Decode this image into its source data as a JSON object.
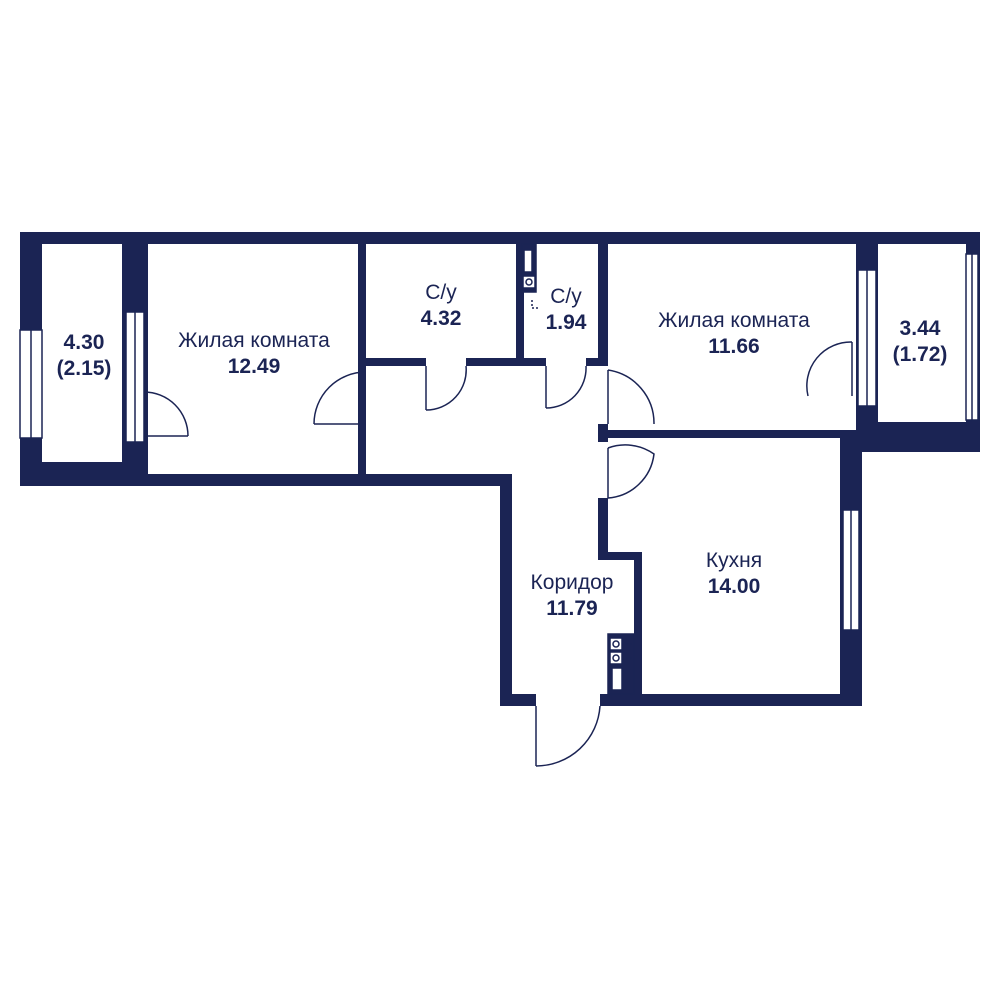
{
  "plan": {
    "colors": {
      "wall": "#1b2454",
      "background": "#ffffff",
      "line": "#1b2454"
    },
    "rooms": {
      "balcony_left": {
        "area": "4.30",
        "area_reduced": "(2.15)"
      },
      "living_room_left": {
        "name": "Жилая комната",
        "area": "12.49"
      },
      "bathroom_large": {
        "name": "С/у",
        "area": "4.32"
      },
      "bathroom_small": {
        "name": "С/у",
        "area": "1.94"
      },
      "living_room_right": {
        "name": "Жилая комната",
        "area": "11.66"
      },
      "balcony_right": {
        "area": "3.44",
        "area_reduced": "(1.72)"
      },
      "corridor": {
        "name": "Коридор",
        "area": "11.79"
      },
      "kitchen": {
        "name": "Кухня",
        "area": "14.00"
      }
    },
    "icons": [
      "door-swing-icon",
      "window-icon",
      "plumbing-riser-icon",
      "meter-icon"
    ]
  }
}
